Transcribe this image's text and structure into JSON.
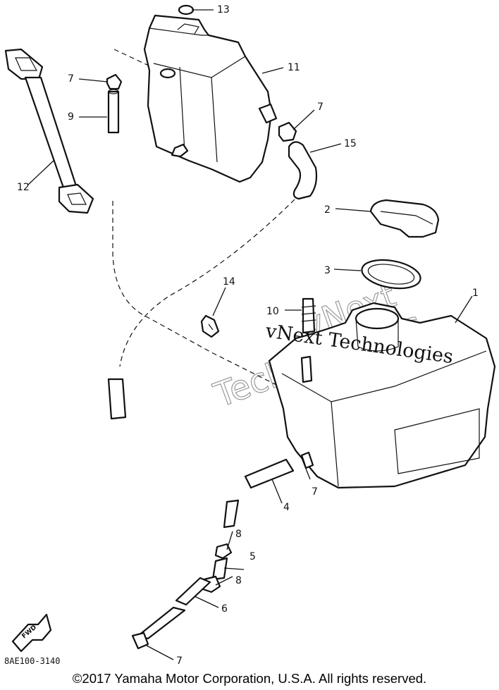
{
  "diagram": {
    "code": "8AE100-3140",
    "fwd_label": "FWD",
    "callouts": {
      "c1": "1",
      "c2": "2",
      "c3": "3",
      "c4": "4",
      "c5": "5",
      "c6": "6",
      "c7a": "7",
      "c7b": "7",
      "c7c": "7",
      "c7d": "7",
      "c8a": "8",
      "c8b": "8",
      "c9": "9",
      "c10": "10",
      "c11": "11",
      "c12": "12",
      "c13": "13",
      "c14": "14",
      "c15": "15"
    }
  },
  "watermark": {
    "text": "vNext Technologies",
    "outline_line1": "vNext",
    "outline_line2": "Technologies"
  },
  "footer": {
    "copyright": "©2017 Yamaha Motor Corporation, U.S.A. All rights reserved."
  }
}
